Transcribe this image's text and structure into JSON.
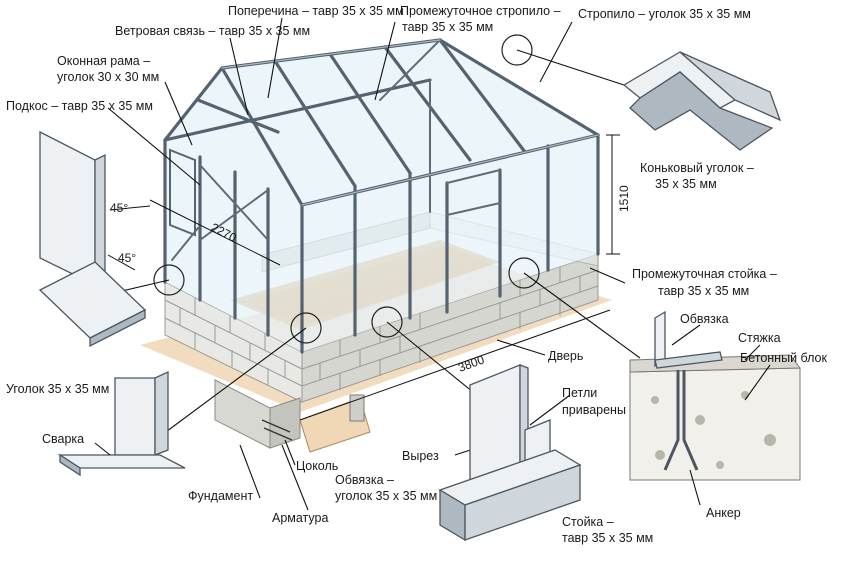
{
  "labels": {
    "cross_beam": "Поперечина – тавр 35 x 35 мм",
    "wind_brace": "Ветровая связь – тавр 35 x 35 мм",
    "intermediate_rafter_l1": "Промежуточное стропило –",
    "intermediate_rafter_l2": "тавр 35 x 35 мм",
    "rafter": "Стропило – уголок 35 x 35 мм",
    "window_frame_l1": "Оконная рама –",
    "window_frame_l2": "уголок 30 x 30 мм",
    "strut": "Подкос – тавр 35 x 35 мм",
    "ridge_angle_l1": "Коньковый уголок –",
    "ridge_angle_l2": "35 x 35 мм",
    "intermediate_post_l1": "Промежуточная стойка –",
    "intermediate_post_l2": "тавр 35 x 35 мм",
    "tie_top": "Обвязка",
    "screed": "Стяжка",
    "concrete_block": "Бетонный блок",
    "door": "Дверь",
    "hinges_l1": "Петли",
    "hinges_l2": "приварены",
    "angle_left": "Уголок 35 x 35 мм",
    "weld": "Сварка",
    "foundation": "Фундамент",
    "rebar": "Арматура",
    "plinth": "Цоколь",
    "cutout": "Вырез",
    "tie_angle_l1": "Обвязка –",
    "tie_angle_l2": "уголок 35 x 35 мм",
    "post_l1": "Стойка –",
    "post_l2": "тавр 35 x 35 мм",
    "anchor": "Анкер"
  },
  "dimensions": {
    "height": "1510",
    "width": "2270",
    "length": "3800",
    "angle_top": "45°",
    "angle_bottom": "45°"
  },
  "colors": {
    "frame": "#556370",
    "floor": "#d9a55a",
    "concrete": "#e8e8e4",
    "glass": "#e6f1f8"
  }
}
